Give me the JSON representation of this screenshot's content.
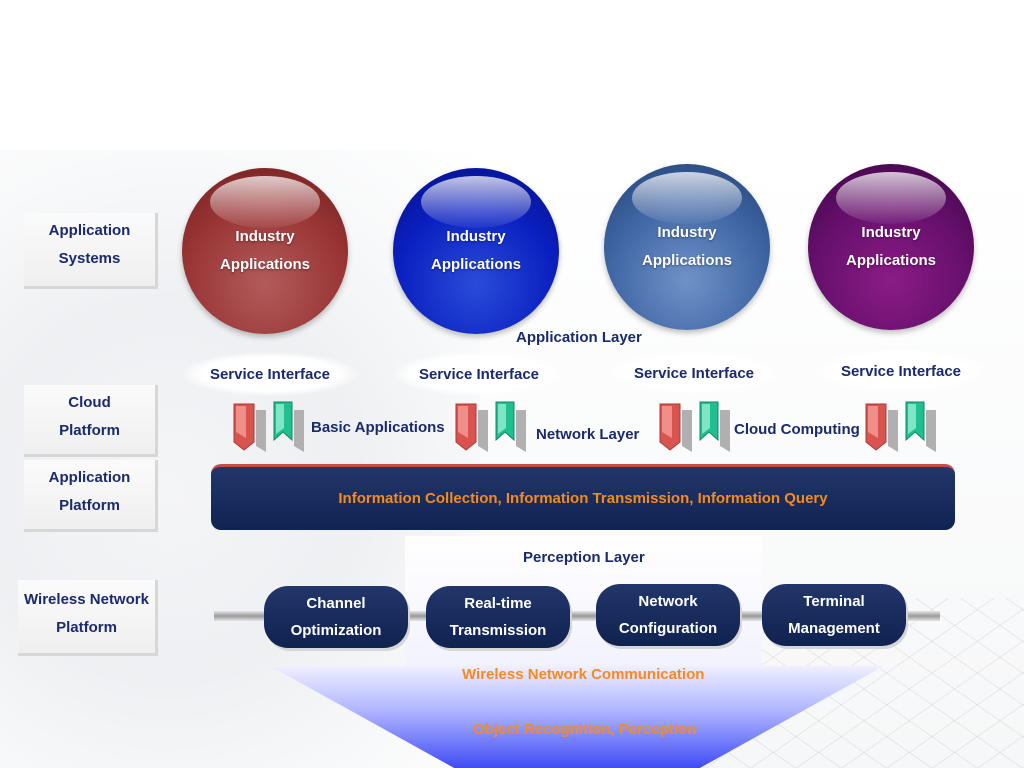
{
  "side_labels": {
    "application_systems": [
      "Application",
      "Systems"
    ],
    "cloud_platform": [
      "Cloud",
      "Platform"
    ],
    "application_platform": [
      "Application",
      "Platform"
    ],
    "wireless_network_platform": [
      "Wireless Network",
      "Platform"
    ]
  },
  "spheres": [
    {
      "line1": "Industry",
      "line2": "Applications",
      "color": "#9a3535"
    },
    {
      "line1": "Industry",
      "line2": "Applications",
      "color": "#0a1fc0"
    },
    {
      "line1": "Industry",
      "line2": "Applications",
      "color": "#3f65a4"
    },
    {
      "line1": "Industry",
      "line2": "Applications",
      "color": "#650f6b"
    }
  ],
  "application_layer": "Application Layer",
  "service_interfaces": [
    "Service Interface",
    "Service Interface",
    "Service Interface",
    "Service Interface"
  ],
  "middle_labels": {
    "basic_applications": "Basic Applications",
    "network_layer": "Network Layer",
    "cloud_computing": "Cloud Computing"
  },
  "connector_icons": [
    "connector-icon",
    "connector-icon",
    "connector-icon",
    "connector-icon"
  ],
  "info_bar": "Information Collection, Information Transmission, Information Query",
  "perception_layer": "Perception Layer",
  "network_modules": [
    {
      "line1": "Channel",
      "line2": "Optimization"
    },
    {
      "line1": "Real-time",
      "line2": "Transmission"
    },
    {
      "line1": "Network",
      "line2": "Configuration"
    },
    {
      "line1": "Terminal",
      "line2": "Management"
    }
  ],
  "wireless_comm": "Wireless Network Communication",
  "object_recognition": "Object Recognition, Perception",
  "colors": {
    "navy": "#102352",
    "orange": "#f58a1f",
    "label_text": "#1a2a6c",
    "connector_red": "#d9544f",
    "connector_green": "#1fbf8f"
  }
}
